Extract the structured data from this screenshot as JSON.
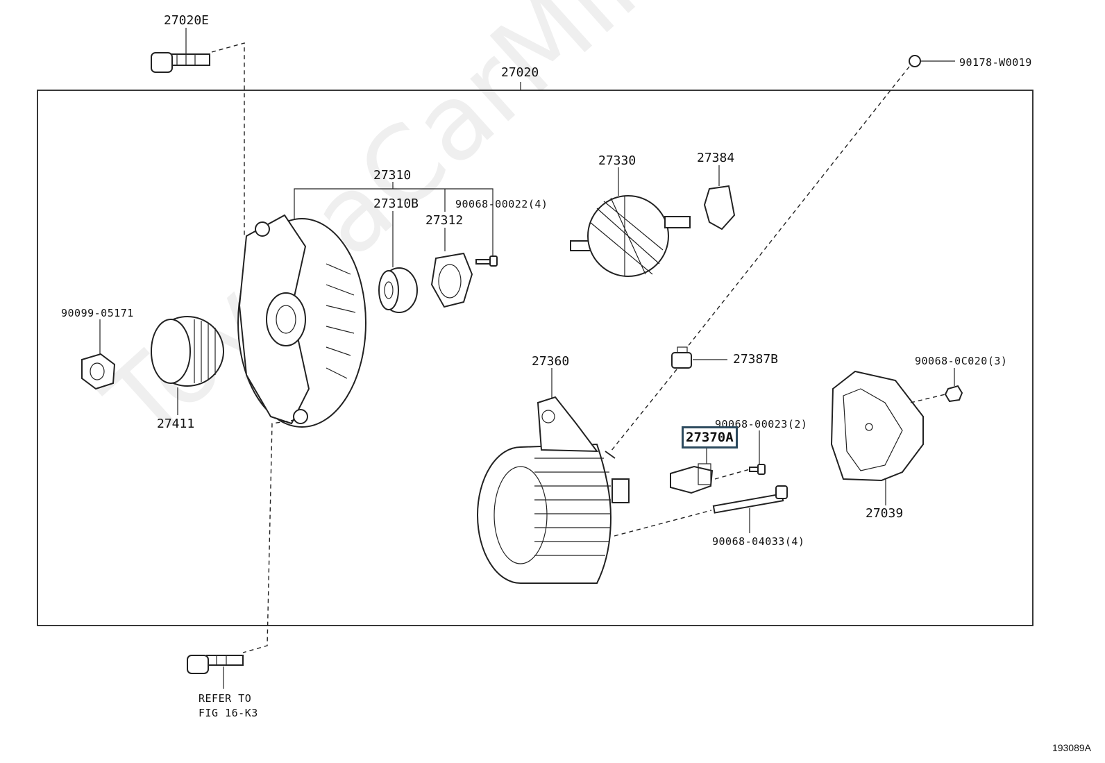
{
  "watermark": "ToyotaCarMine.ru",
  "figure_ref": "193089A",
  "frame_label": "27020",
  "labels": {
    "p27020E": "27020E",
    "p90178": "90178-W0019",
    "p27310": "27310",
    "p27310B": "27310B",
    "p90068_00022": "90068-00022(4)",
    "p27312": "27312",
    "p27330": "27330",
    "p27384": "27384",
    "p90099": "90099-05171",
    "p27411": "27411",
    "p27360": "27360",
    "p27387B": "27387B",
    "p90068_0C020": "90068-0C020(3)",
    "p90068_00023": "90068-00023(2)",
    "p27370A": "27370A",
    "p27039": "27039",
    "p90068_04033": "90068-04033(4)",
    "refer_line1": "REFER TO",
    "refer_line2": "FIG 16-K3"
  },
  "highlighted_part": "27370A"
}
